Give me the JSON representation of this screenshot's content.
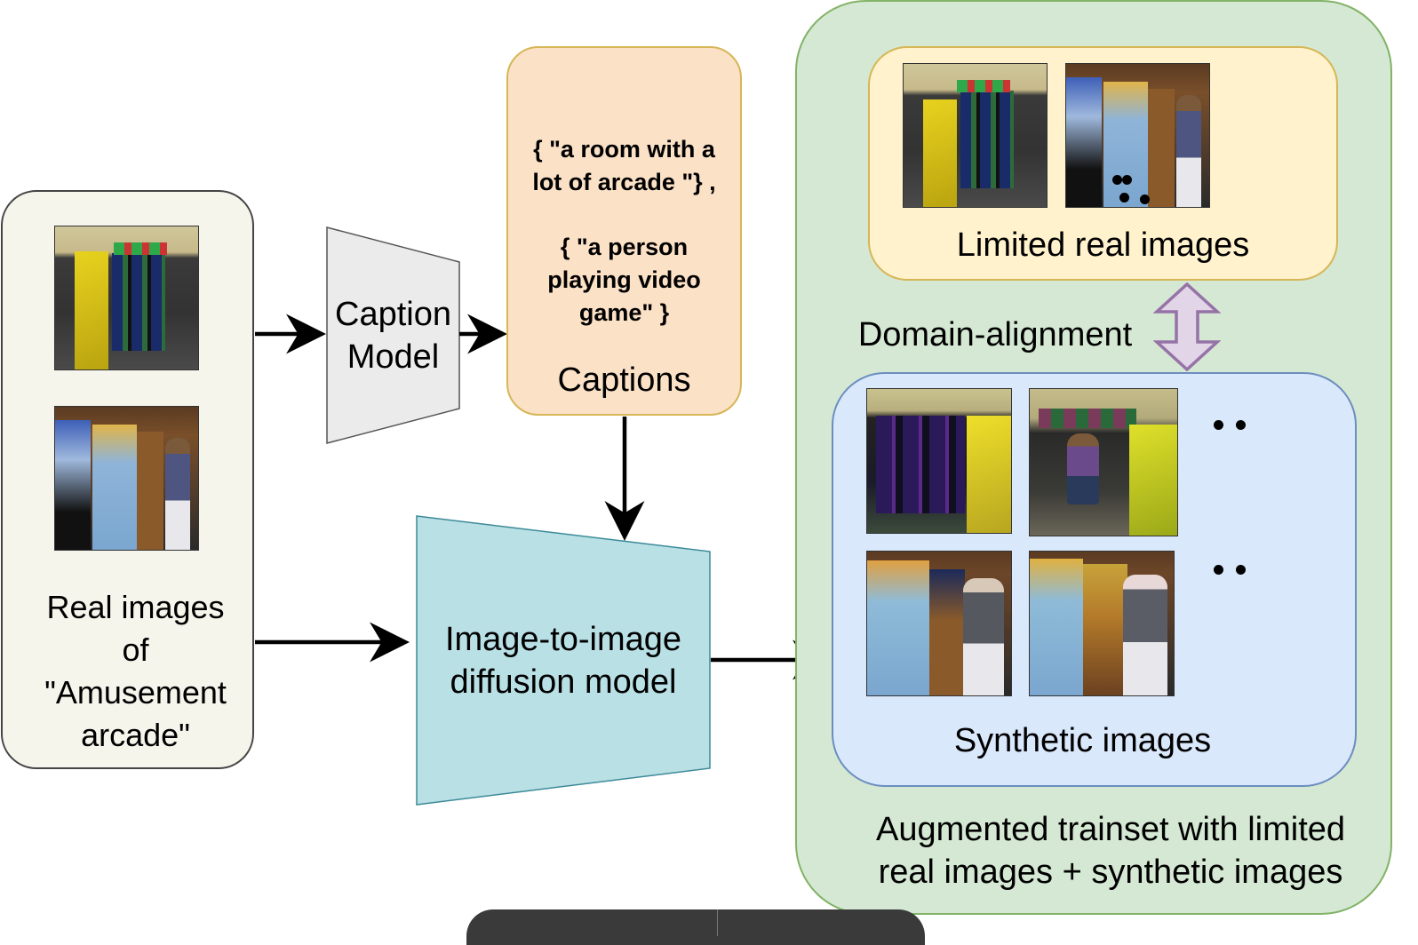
{
  "input_panel": {
    "label_lines": [
      "Real images",
      "of",
      "\"Amusement",
      "arcade\""
    ],
    "images": [
      {
        "name": "real-image-arcade-room",
        "scene": "arcade-room"
      },
      {
        "name": "real-image-person-playing",
        "scene": "person-playing"
      }
    ]
  },
  "caption_model": {
    "label_lines": [
      "Caption",
      "Model"
    ]
  },
  "captions_box": {
    "caption_1_lines": [
      "{ \"a room with a",
      "lot of arcade \"} ,"
    ],
    "caption_2_lines": [
      "{ \"a person",
      "playing video",
      "game\" }"
    ],
    "title": "Captions"
  },
  "diffusion_model": {
    "label_lines": [
      "Image-to-image",
      "diffusion model"
    ]
  },
  "augmented_trainset": {
    "label_lines": [
      "Augmented trainset with limited",
      "real images + synthetic images"
    ],
    "limited_real": {
      "title": "Limited real images",
      "images": [
        {
          "name": "limited-real-image-arcade-room",
          "scene": "arcade-room"
        },
        {
          "name": "limited-real-image-person-playing",
          "scene": "person-playing"
        }
      ]
    },
    "alignment_label": "Domain-alignment",
    "synthetic": {
      "title": "Synthetic images",
      "images": [
        {
          "name": "synthetic-image-1",
          "scene": "arcade-room"
        },
        {
          "name": "synthetic-image-2",
          "scene": "person-seated"
        },
        {
          "name": "synthetic-image-3",
          "scene": "person-playing"
        },
        {
          "name": "synthetic-image-4",
          "scene": "person-playing"
        }
      ],
      "ellipsis": "••"
    }
  },
  "colors": {
    "input_fill": "#f5f5ec",
    "caption_model_fill": "#ebebeb",
    "captions_fill": "#fbe1c6",
    "captions_border": "#d6b656",
    "diffusion_fill": "#b9e0e5",
    "diffusion_border": "#3c8a98",
    "trainset_fill": "#d5e8d4",
    "trainset_border": "#82b366",
    "limited_fill": "#fff2cc",
    "limited_border": "#d6b656",
    "synthetic_fill": "#dae8fc",
    "synthetic_border": "#6c8ebf",
    "alignment_arrow_fill": "#e1d5e7",
    "alignment_arrow_border": "#9673a6"
  }
}
